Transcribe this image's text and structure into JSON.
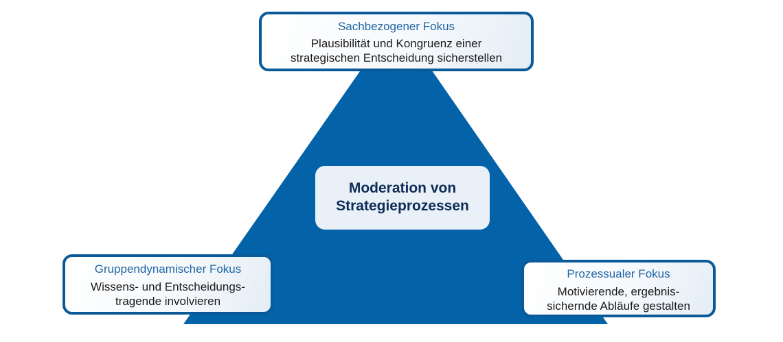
{
  "colors": {
    "pyramid": "#0463a8",
    "border": "#0a5a99",
    "title": "#1f65a3",
    "center_text": "#0d2c57",
    "center_bg": "#e9f0f7"
  },
  "center": {
    "line1": "Moderation von",
    "line2": "Strategieprozessen"
  },
  "boxes": {
    "top": {
      "title": "Sachbezogener Fokus",
      "line1": "Plausibilität und Kongruenz einer",
      "line2": "strategischen Entscheidung sicherstellen"
    },
    "left": {
      "title": "Gruppendynamischer Fokus",
      "line1": "Wissens- und Entscheidungs-",
      "line2": "tragende involvieren"
    },
    "right": {
      "title": "Prozessualer Fokus",
      "line1": "Motivierende, ergebnis-",
      "line2": "sichernde Abläufe gestalten"
    }
  }
}
